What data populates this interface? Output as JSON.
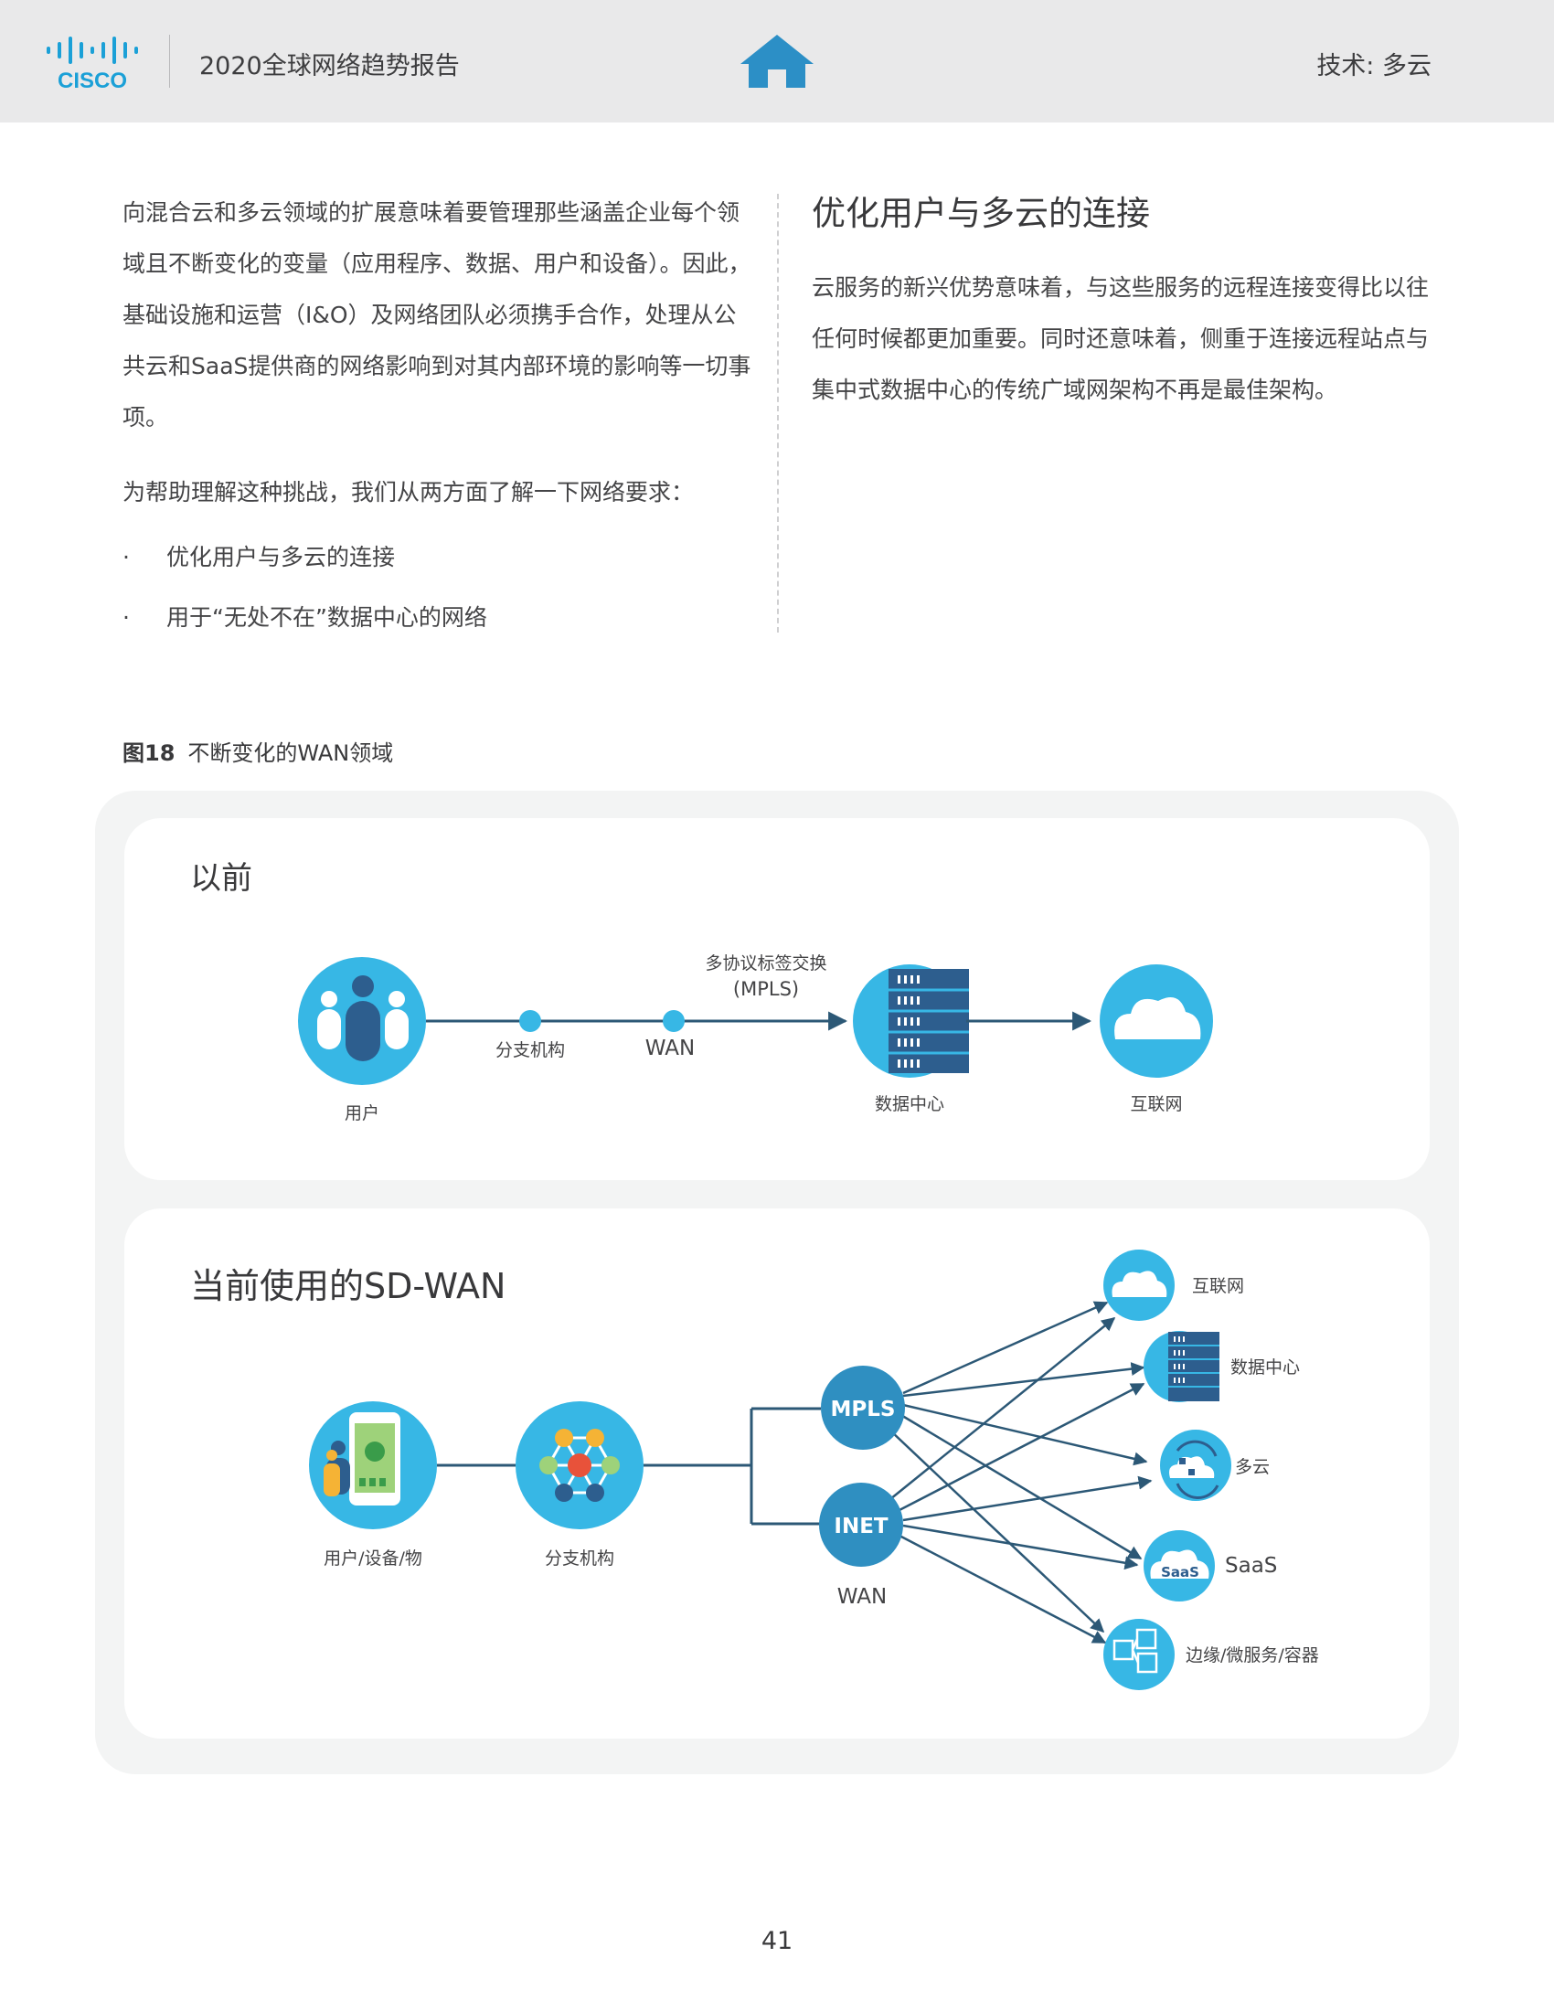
{
  "header": {
    "logo_text": "CISCO",
    "report_title": "2020全球网络趋势报告",
    "section_tag": "技术: 多云"
  },
  "left_column": {
    "paragraph": "向混合云和多云领域的扩展意味着要管理那些涵盖企业每个领域且不断变化的变量（应用程序、数据、用户和设备）。因此，基础设施和运营（I&O）及网络团队必须携手合作，处理从公共云和SaaS提供商的网络影响到对其内部环境的影响等一切事项。",
    "intro": "为帮助理解这种挑战，我们从两方面了解一下网络要求：",
    "bullets": [
      "优化用户与多云的连接",
      "用于“无处不在”数据中心的网络"
    ]
  },
  "right_column": {
    "heading": "优化用户与多云的连接",
    "paragraph": "云服务的新兴优势意味着，与这些服务的远程连接变得比以往任何时候都更加重要。同时还意味着，侧重于连接远程站点与集中式数据中心的传统广域网架构不再是最佳架构。"
  },
  "figure": {
    "number": "图18",
    "title": "不断变化的WAN领域",
    "before": {
      "title": "以前",
      "user_label": "用户",
      "branch_label": "分支机构",
      "wan_label": "WAN",
      "mpls_label_line1": "多协议标签交换",
      "mpls_label_line2": "(MPLS)",
      "datacenter_label": "数据中心",
      "internet_label": "互联网"
    },
    "current": {
      "title": "当前使用的SD-WAN",
      "users_label": "用户/设备/物",
      "branch_label": "分支机构",
      "mpls_node": "MPLS",
      "inet_node": "INET",
      "wan_label": "WAN",
      "saas_badge": "SaaS",
      "destinations": [
        "互联网",
        "数据中心",
        "多云",
        "SaaS",
        "边缘/微服务/容器"
      ]
    }
  },
  "footer": {
    "page_number": "41"
  },
  "colors": {
    "accent_blue": "#37b7e5",
    "dark_blue": "#2d5e8e",
    "node_blue": "#2f8fc1",
    "arrow": "#2c5876",
    "panel_outer": "#f3f4f4"
  }
}
